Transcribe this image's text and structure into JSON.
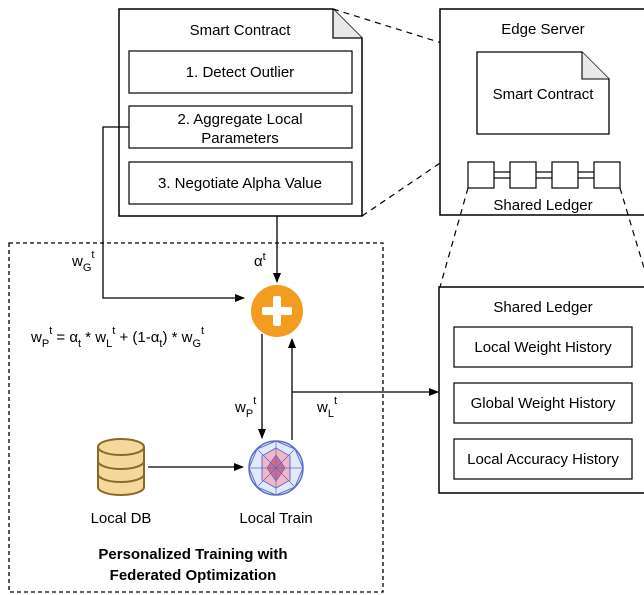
{
  "smart_contract_panel": {
    "title": "Smart Contract",
    "steps": [
      "1. Detect Outlier",
      "2. Aggregate Local",
      "Parameters",
      "3. Negotiate Alpha Value"
    ]
  },
  "edge_server": {
    "title": "Edge Server",
    "contract_label": "Smart Contract",
    "ledger_label": "Shared Ledger"
  },
  "ledger_panel": {
    "title": "Shared Ledger",
    "items": [
      "Local Weight History",
      "Global Weight History",
      "Local Accuracy History"
    ]
  },
  "training": {
    "wG": "w",
    "wG_sub": "G",
    "wG_sup": "t",
    "alpha": "α",
    "alpha_sub": "t",
    "formula": {
      "lhs": "w",
      "lhs_sub": "P",
      "sup": "t",
      "eq": " = α",
      "t_sub": "t",
      "mul1": " * w",
      "L": "L",
      "plus": " + (1-α",
      "close": ") * w",
      "G": "G"
    },
    "wP": "w",
    "wP_sub": "P",
    "wP_sup": "t",
    "wL": "w",
    "wL_sub": "L",
    "wL_sup": "t",
    "local_db": "Local DB",
    "local_train": "Local Train",
    "caption_line1": "Personalized Training with",
    "caption_line2": "Federated Optimization"
  },
  "colors": {
    "plus_node": "#f39c1f",
    "db_fill": "#f5d99c",
    "db_stroke": "#8a6a2a",
    "network_pink": "#d86a87",
    "network_blue": "#5b6fc9"
  },
  "icons": [
    "plus-circle-icon",
    "database-icon",
    "neural-network-icon",
    "document-icon"
  ]
}
